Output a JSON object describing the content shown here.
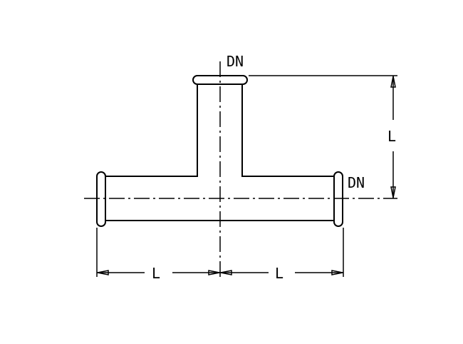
{
  "labels": {
    "branch_dn": "DN",
    "run_dn": "DN",
    "branch_length": "L",
    "left_length": "L",
    "right_length": "L"
  },
  "colors": {
    "line": "#000000",
    "background": "#ffffff"
  }
}
